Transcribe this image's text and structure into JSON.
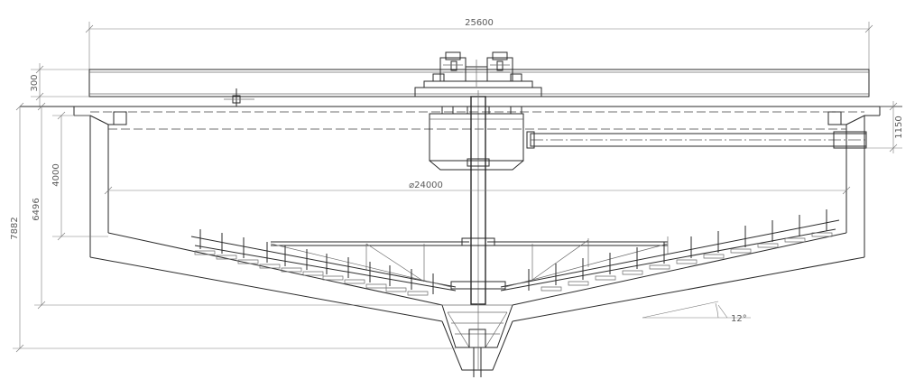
{
  "dimensions": {
    "overall_width": "25600",
    "bridge_height": "300",
    "side_depth": "4000",
    "inner_depth": "6496",
    "total_depth": "7882",
    "channel_depth": "1150",
    "tank_diameter": "⌀24000",
    "slope_angle": "12°"
  }
}
